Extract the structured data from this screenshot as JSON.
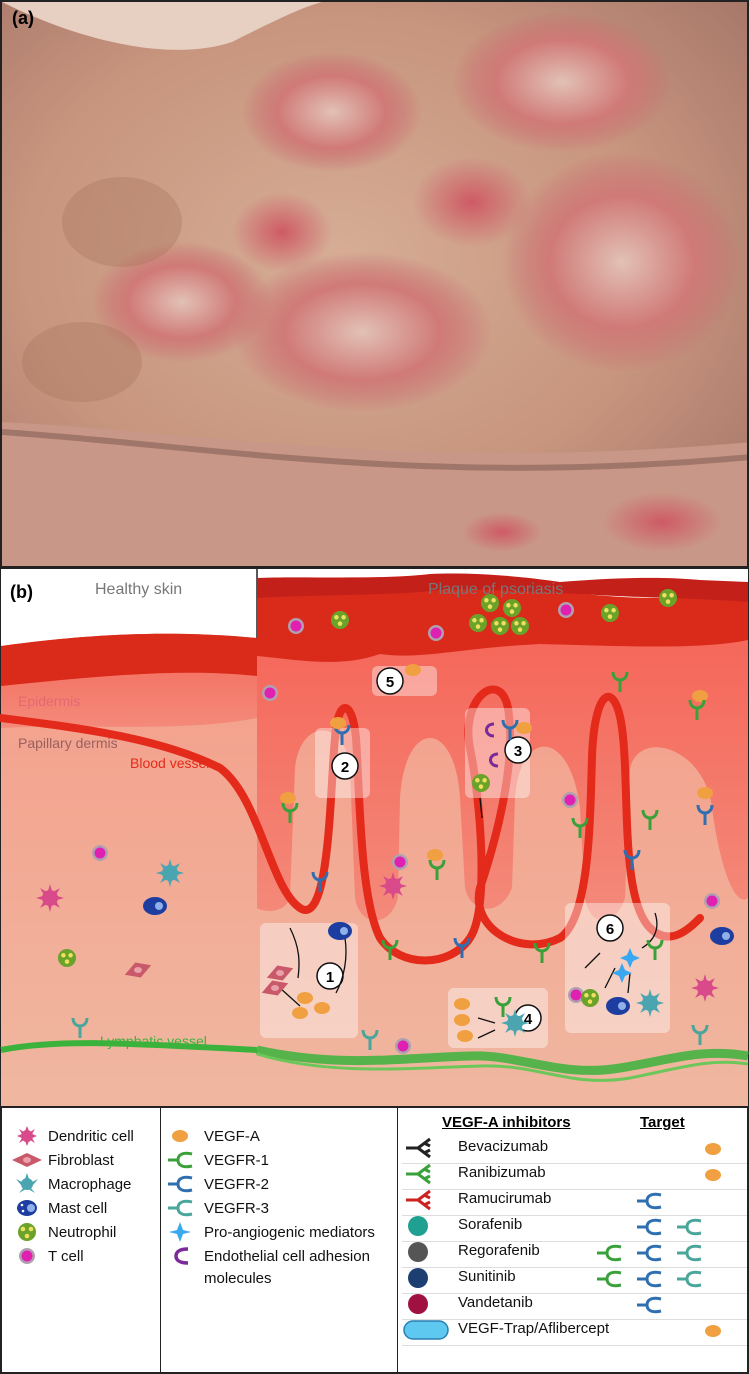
{
  "panel_a": {
    "label": "(a)"
  },
  "panel_b": {
    "label": "(b)",
    "healthy_title": "Healthy skin",
    "plaque_title": "Plaque of psoriasis",
    "epidermis": "Epidermis",
    "papillary_dermis": "Papillary dermis",
    "blood_vessel": "Blood vessel",
    "lymphatic_vessel": "Lymphatic vessel",
    "steps": [
      "1",
      "2",
      "3",
      "4",
      "5",
      "6"
    ]
  },
  "legend": {
    "cells": [
      "Dendritic cell",
      "Fibroblast",
      "Macrophage",
      "Mast cell",
      "Neutrophil",
      "T cell"
    ],
    "molecules": [
      "VEGF-A",
      "VEGFR-1",
      "VEGFR-2",
      "VEGFR-3",
      "Pro-angiogenic mediators",
      "Endothelial cell adhesion",
      "molecules"
    ],
    "inhibitors_header": "VEGF-A inhibitors",
    "target_header": "Target",
    "inhibitors": [
      {
        "name": "Bevacizumab",
        "targets": [
          "VEGF-A"
        ]
      },
      {
        "name": "Ranibizumab",
        "targets": [
          "VEGF-A"
        ]
      },
      {
        "name": "Ramucirumab",
        "targets": [
          "VEGFR-2"
        ]
      },
      {
        "name": "Sorafenib",
        "targets": [
          "VEGFR-2",
          "VEGFR-3"
        ]
      },
      {
        "name": "Regorafenib",
        "targets": [
          "VEGFR-1",
          "VEGFR-2",
          "VEGFR-3"
        ]
      },
      {
        "name": "Sunitinib",
        "targets": [
          "VEGFR-1",
          "VEGFR-2",
          "VEGFR-3"
        ]
      },
      {
        "name": "Vandetanib",
        "targets": [
          "VEGFR-2"
        ]
      },
      {
        "name": "VEGF-Trap/Aflibercept",
        "targets": [
          "VEGF-A"
        ]
      }
    ]
  },
  "colors": {
    "vegfa": "#f0a040",
    "vegfr1": "#3aa03a",
    "vegfr2": "#2f6fb0",
    "vegfr3": "#4aa59a",
    "blood": "#e42a1a",
    "lymph": "#3bb23b",
    "neutrophil": "#6aa22a",
    "tcell": "#e020b0"
  }
}
